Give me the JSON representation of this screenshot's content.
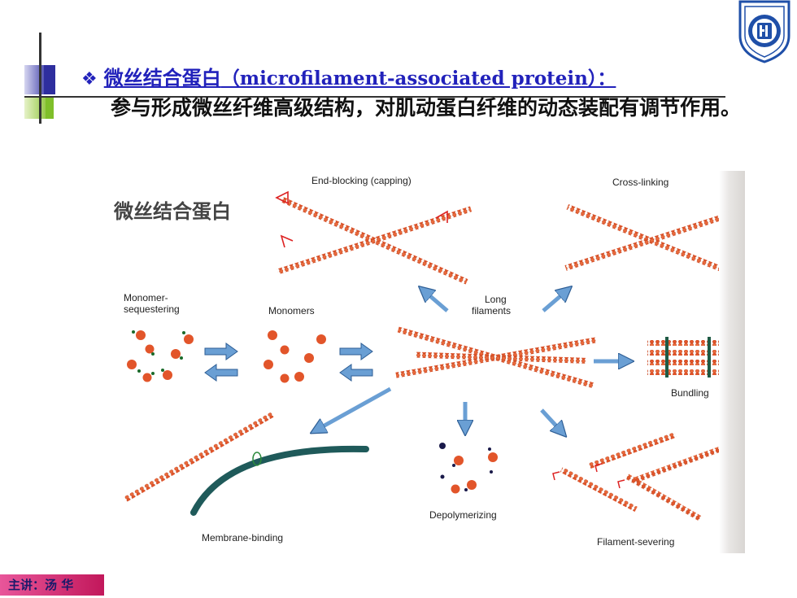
{
  "header": {
    "title_zh": "微丝结合蛋白",
    "title_en": "（microfilament-associated protein）：",
    "description": "参与形成微丝纤维高级结构，对肌动蛋白纤维的动态装配有调节作用。"
  },
  "figure": {
    "subtitle": "微丝结合蛋白",
    "labels": {
      "end_blocking": "End-blocking (capping)",
      "cross_linking": "Cross-linking",
      "monomer_sequestering_1": "Monomer-",
      "monomer_sequestering_2": "sequestering",
      "monomers": "Monomers",
      "long_filaments_1": "Long",
      "long_filaments_2": "filaments",
      "bundling": "Bundling",
      "depolymerizing": "Depolymerizing",
      "membrane_binding": "Membrane-binding",
      "filament_severing": "Filament-severing"
    }
  },
  "footer": {
    "lecturer": "主讲：汤 华"
  },
  "colors": {
    "title_blue": "#2222bb",
    "actin_orange": "#e2552a",
    "arrow_blue": "#6a9fd4",
    "footer_pink": "#d62f7d"
  }
}
